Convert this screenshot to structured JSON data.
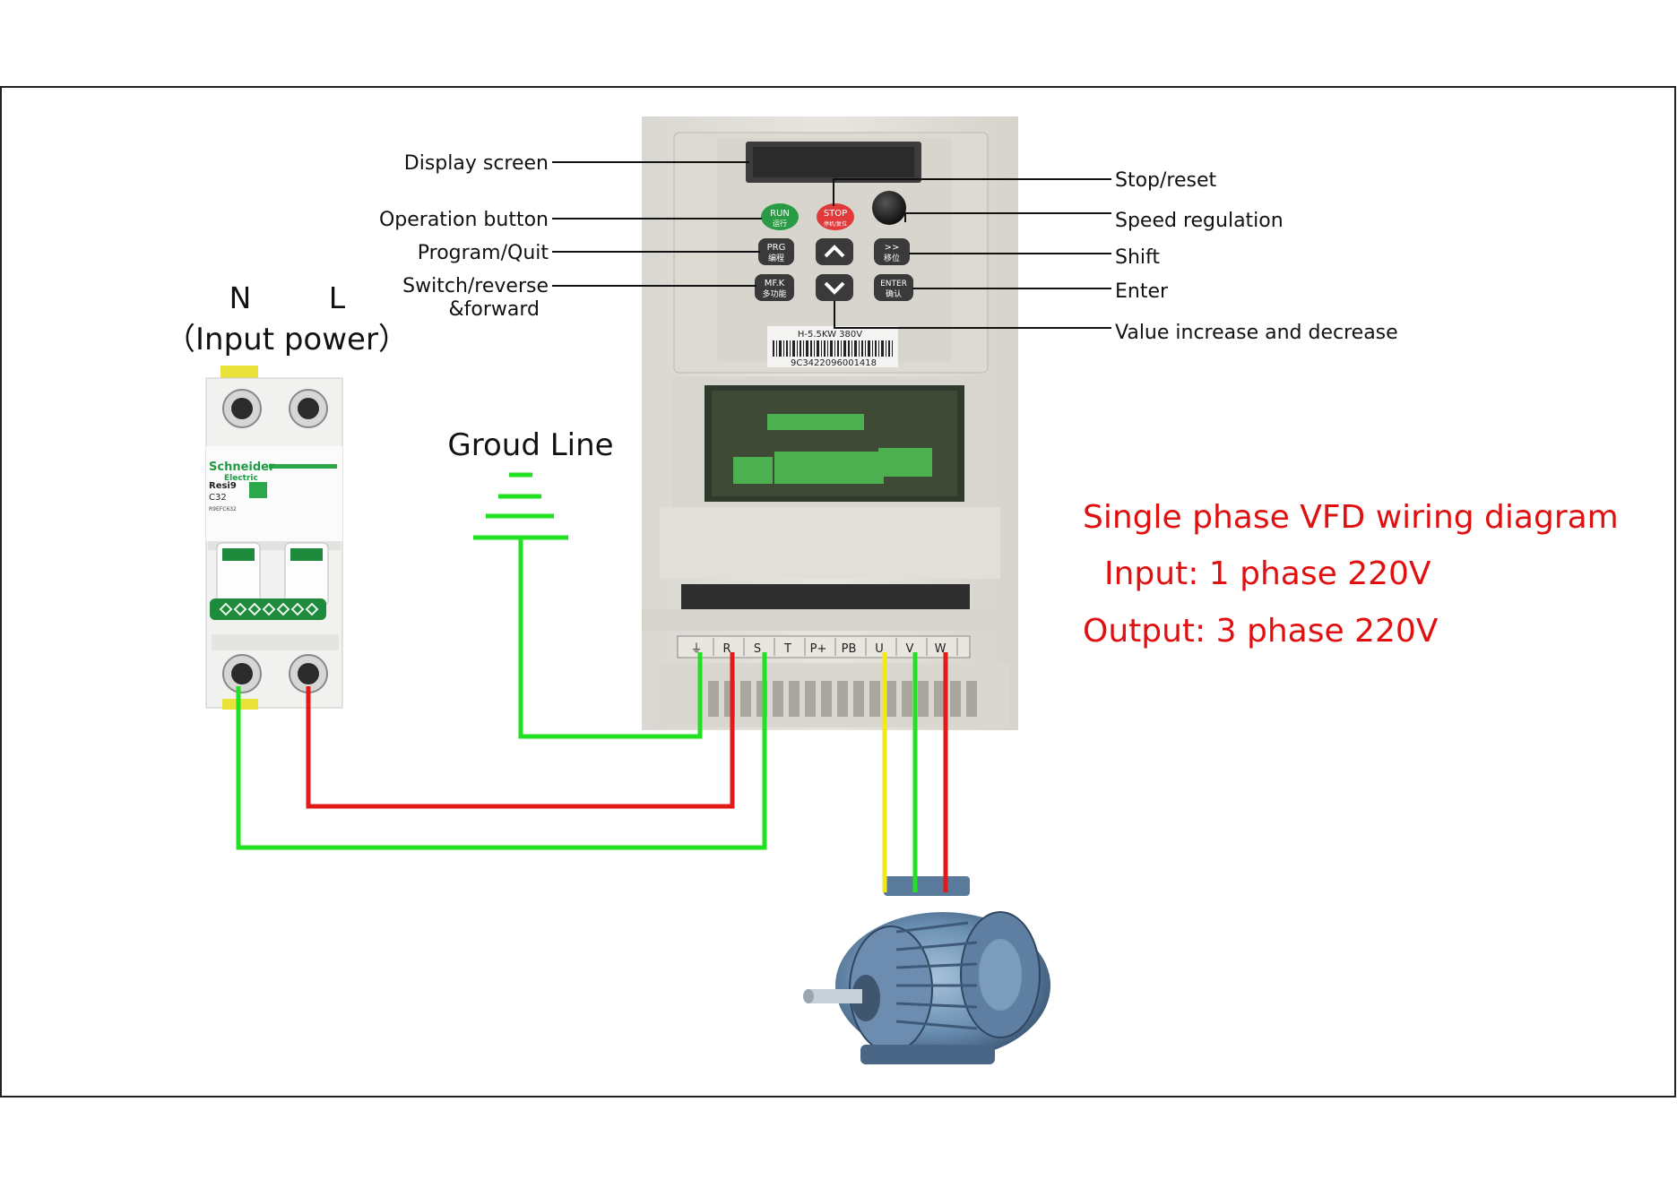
{
  "input_power": {
    "n_label": "N",
    "l_label": "L",
    "caption": "（Input power）"
  },
  "breaker": {
    "brand": "Schneider",
    "brand2": "Electric",
    "series": "Resi9",
    "rating": "C32",
    "model": "R9EFC632"
  },
  "ground": {
    "label": "Groud Line"
  },
  "vfd": {
    "model_label": "H-5.5KW 380V",
    "serial": "9C3422096001418",
    "buttons": {
      "run": "RUN",
      "run_cn": "运行",
      "stop": "STOP",
      "stop_cn": "停机/复位",
      "prg": "PRG",
      "prg_cn": "编程",
      "shift": ">>",
      "shift_cn": "移位",
      "mfk": "MF.K",
      "mfk_cn": "多功能",
      "enter": "ENTER",
      "enter_cn": "确认"
    },
    "terminals": [
      "⏚",
      "R",
      "S",
      "T",
      "P+",
      "PB",
      "U",
      "V",
      "W"
    ]
  },
  "callouts": {
    "display_screen": "Display screen",
    "operation_button": "Operation button",
    "program_quit": "Program/Quit",
    "switch_reverse_1": "Switch/reverse",
    "switch_reverse_2": "&forward",
    "stop_reset": "Stop/reset",
    "speed_regulation": "Speed regulation",
    "shift": "Shift",
    "enter": "Enter",
    "value_inc_dec": "Value increase and decrease"
  },
  "title": {
    "line1": "Single phase VFD wiring diagram",
    "line2": "Input: 1 phase 220V",
    "line3": "Output: 3 phase 220V",
    "color": "#e01010"
  },
  "colors": {
    "green_wire": "#22e022",
    "red_wire": "#e21a1a",
    "yellow_wire": "#f2e81a"
  }
}
